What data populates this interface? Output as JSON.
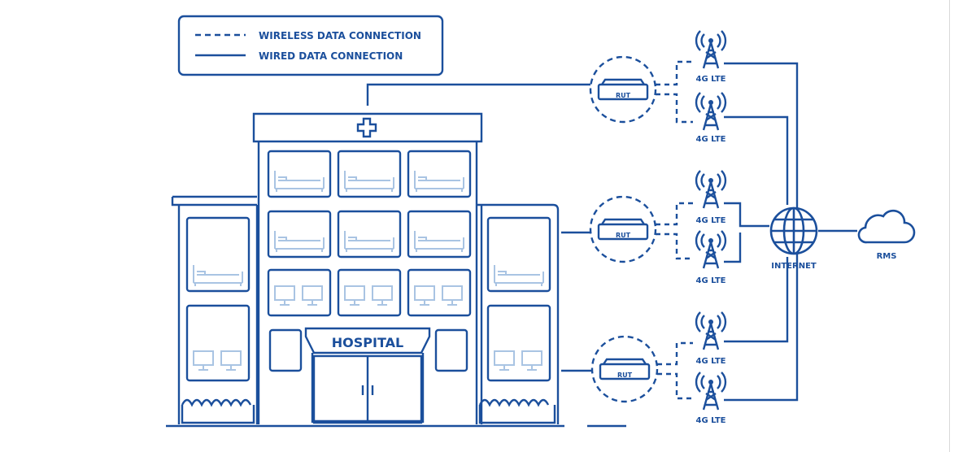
{
  "colors": {
    "primary": "#1b4f9c",
    "fill_light": "#a9c4e3",
    "background": "#ffffff"
  },
  "legend": {
    "wireless_label": "WIRELESS DATA CONNECTION",
    "wired_label": "WIRED DATA CONNECTION"
  },
  "hospital": {
    "sign": "HOSPITAL"
  },
  "routers": [
    {
      "label": "RUT"
    },
    {
      "label": "RUT"
    },
    {
      "label": "RUT"
    }
  ],
  "towers": [
    {
      "label": "4G LTE"
    },
    {
      "label": "4G LTE"
    },
    {
      "label": "4G LTE"
    },
    {
      "label": "4G LTE"
    },
    {
      "label": "4G LTE"
    },
    {
      "label": "4G LTE"
    }
  ],
  "internet": {
    "label": "INTERNET"
  },
  "cloud": {
    "label": "RMS"
  }
}
